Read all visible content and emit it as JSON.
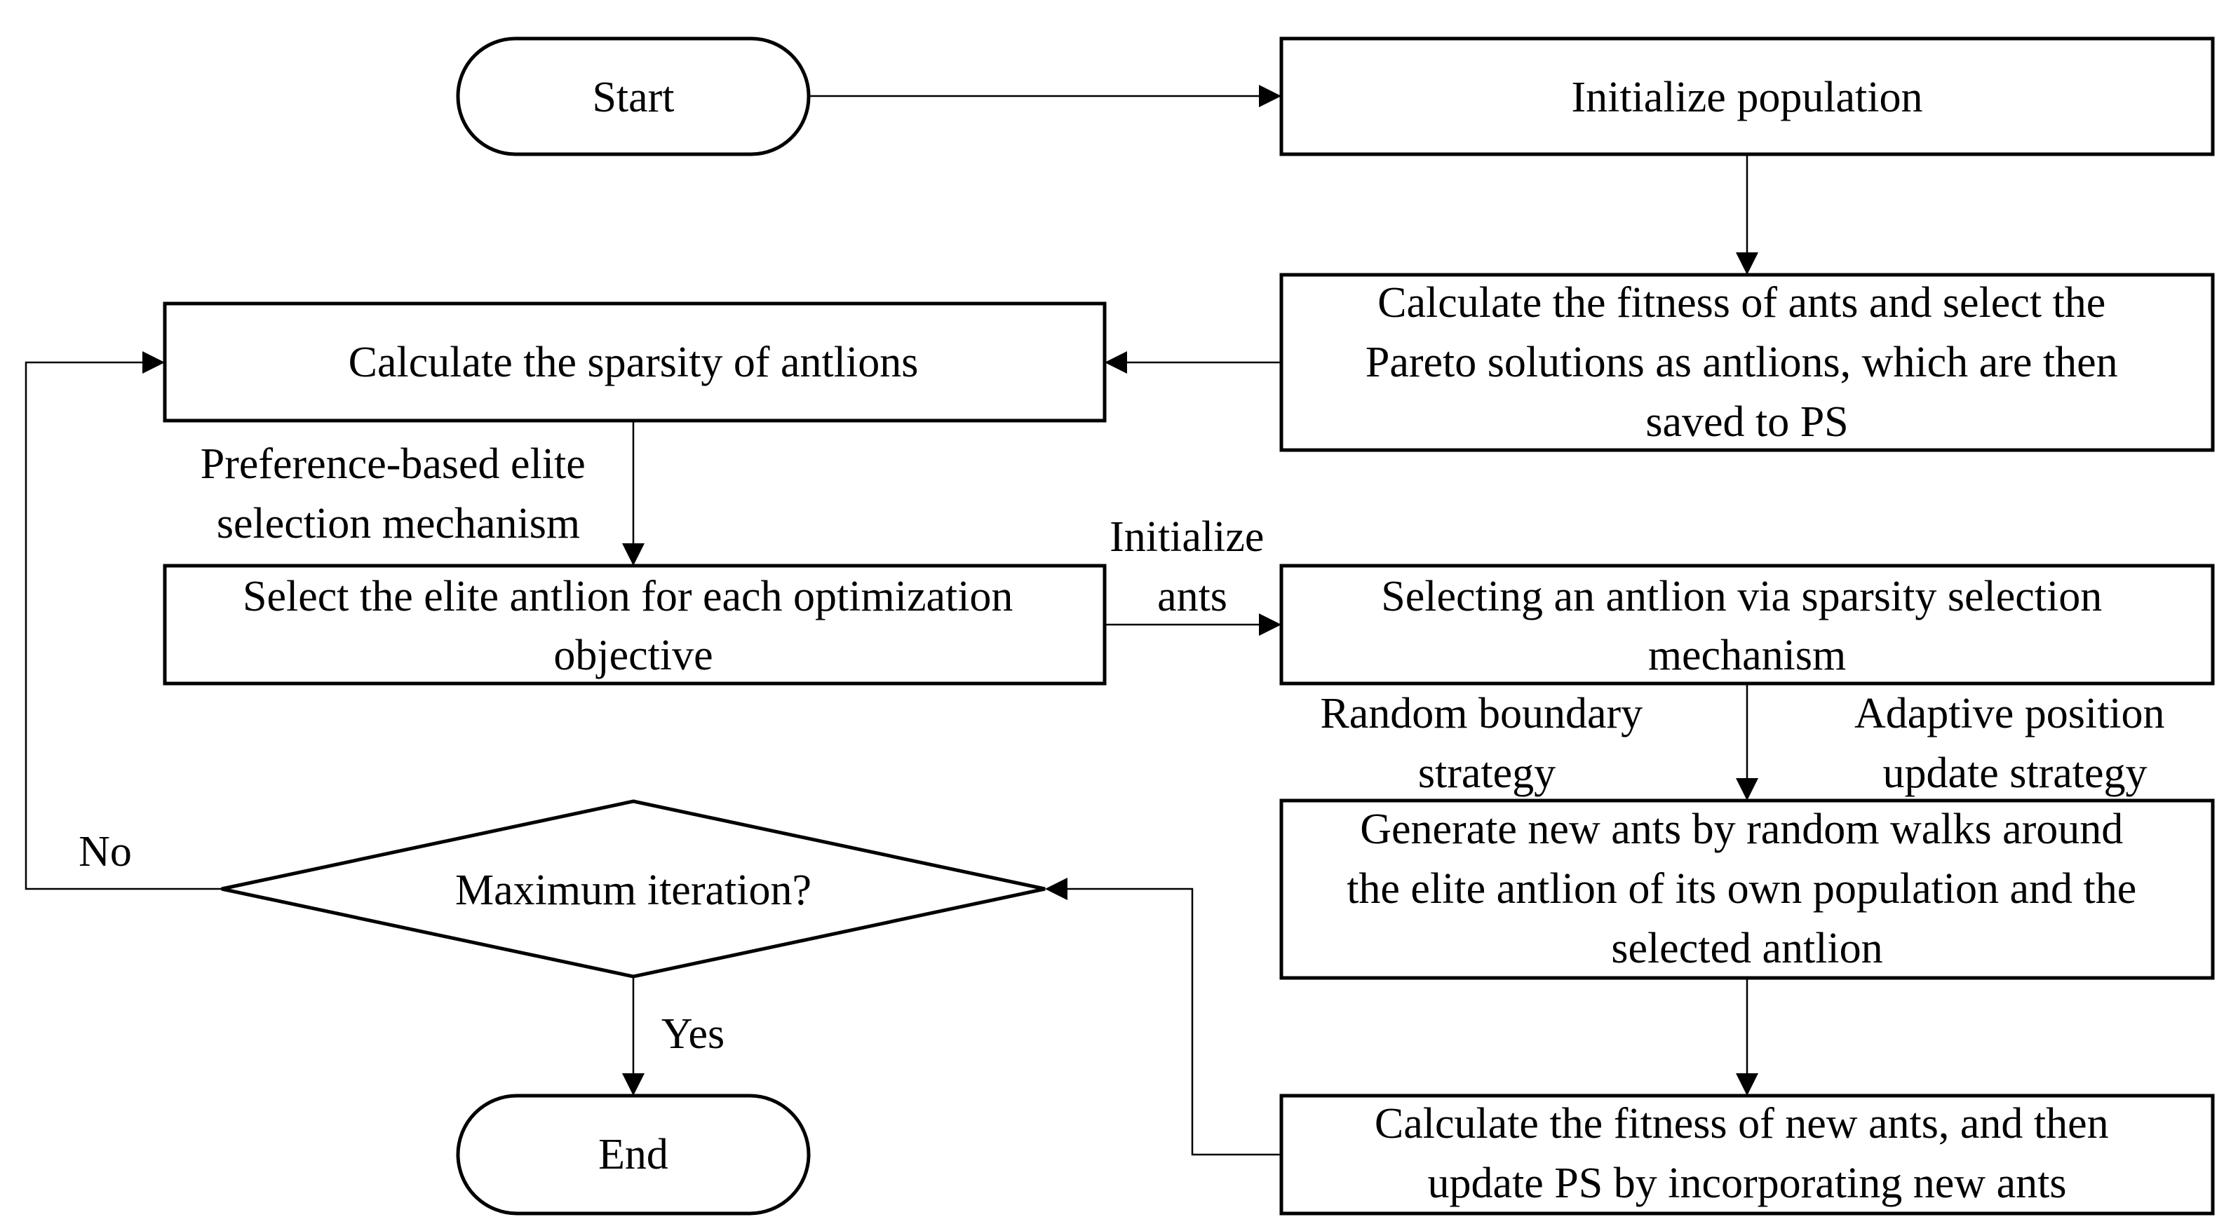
{
  "nodes": {
    "start": {
      "lines": [
        "Start"
      ]
    },
    "init_population": {
      "lines": [
        "Initialize population"
      ]
    },
    "calc_fitness": {
      "lines": [
        "Calculate the fitness of ants and select the",
        "Pareto solutions as antlions, which are then",
        "saved to PS"
      ]
    },
    "calc_sparsity": {
      "lines": [
        "Calculate the sparsity of antlions"
      ]
    },
    "select_elite": {
      "lines": [
        "Select the elite antlion for each optimization",
        "objective"
      ]
    },
    "select_antlion": {
      "lines": [
        "Selecting an antlion via sparsity selection",
        "mechanism"
      ]
    },
    "generate_ants": {
      "lines": [
        "Generate new ants by random walks around",
        "the elite antlion of its own population and the",
        "selected antlion"
      ]
    },
    "update_ps": {
      "lines": [
        "Calculate the fitness of new ants, and then",
        "update PS by incorporating new ants"
      ]
    },
    "max_iteration": {
      "lines": [
        "Maximum iteration?"
      ]
    },
    "end": {
      "lines": [
        "End"
      ]
    }
  },
  "edge_labels": {
    "preference": {
      "lines": [
        "Preference-based elite",
        "selection mechanism"
      ]
    },
    "initialize_ants": {
      "lines": [
        "Initialize",
        "ants"
      ]
    },
    "random_boundary": {
      "lines": [
        "Random boundary",
        "strategy"
      ]
    },
    "adaptive_position": {
      "lines": [
        "Adaptive position",
        "update strategy"
      ]
    },
    "no": {
      "lines": [
        "No"
      ]
    },
    "yes": {
      "lines": [
        "Yes"
      ]
    }
  }
}
